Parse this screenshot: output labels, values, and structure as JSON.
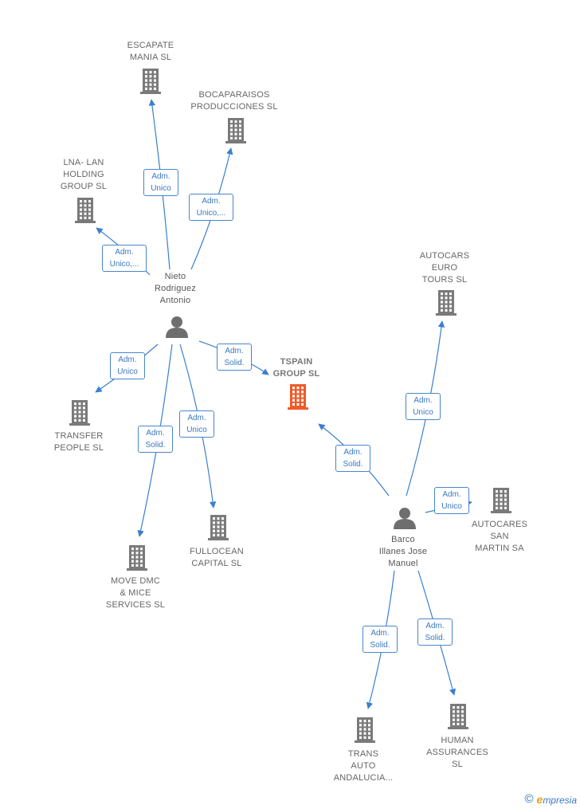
{
  "colors": {
    "company": "#7a7a7a",
    "focus": "#f05a28",
    "person": "#6e6e6e",
    "edge": "#3a7fd0"
  },
  "nodes": [
    {
      "id": "escapate",
      "type": "company",
      "label": "ESCAPATE\nMANIA  SL"
    },
    {
      "id": "bocaparaisos",
      "type": "company",
      "label": "BOCAPARAISOS\nPRODUCCIONES SL"
    },
    {
      "id": "lna",
      "type": "company",
      "label": "LNA- LAN\nHOLDING\nGROUP  SL"
    },
    {
      "id": "nieto",
      "type": "person",
      "label": "Nieto\nRodriguez\nAntonio"
    },
    {
      "id": "tspain",
      "type": "focus",
      "label": "TSPAIN\nGROUP  SL"
    },
    {
      "id": "autocars_euro",
      "type": "company",
      "label": "AUTOCARS\nEURO\nTOURS  SL"
    },
    {
      "id": "transfer",
      "type": "company",
      "label": "TRANSFER\nPEOPLE SL"
    },
    {
      "id": "move",
      "type": "company",
      "label": "MOVE DMC\n& MICE\nSERVICES  SL"
    },
    {
      "id": "fullocean",
      "type": "company",
      "label": "FULLOCEAN\nCAPITAL  SL"
    },
    {
      "id": "barco",
      "type": "person",
      "label": "Barco\nIllanes Jose\nManuel"
    },
    {
      "id": "autocares_san",
      "type": "company",
      "label": "AUTOCARES\nSAN\nMARTIN SA"
    },
    {
      "id": "trans",
      "type": "company",
      "label": "TRANS\nAUTO\nANDALUCIA..."
    },
    {
      "id": "human",
      "type": "company",
      "label": "HUMAN\nASSURANCES\nSL"
    }
  ],
  "edges": [
    {
      "from": "nieto",
      "to": "escapate",
      "label": "Adm.\nUnico"
    },
    {
      "from": "nieto",
      "to": "bocaparaisos",
      "label": "Adm.\nUnico,..."
    },
    {
      "from": "nieto",
      "to": "lna",
      "label": "Adm.\nUnico,..."
    },
    {
      "from": "nieto",
      "to": "transfer",
      "label": "Adm.\nUnico"
    },
    {
      "from": "nieto",
      "to": "tspain",
      "label": "Adm.\nSolid."
    },
    {
      "from": "nieto",
      "to": "move",
      "label": "Adm.\nSolid."
    },
    {
      "from": "nieto",
      "to": "fullocean",
      "label": "Adm.\nUnico"
    },
    {
      "from": "barco",
      "to": "tspain",
      "label": "Adm.\nSolid."
    },
    {
      "from": "barco",
      "to": "autocars_euro",
      "label": "Adm.\nUnico"
    },
    {
      "from": "barco",
      "to": "autocares_san",
      "label": "Adm.\nUnico"
    },
    {
      "from": "barco",
      "to": "trans",
      "label": "Adm.\nSolid."
    },
    {
      "from": "barco",
      "to": "human",
      "label": "Adm.\nSolid."
    }
  ],
  "footer": {
    "copyright_symbol": "©",
    "brand_initial": "e",
    "brand_rest": "mpresia"
  }
}
